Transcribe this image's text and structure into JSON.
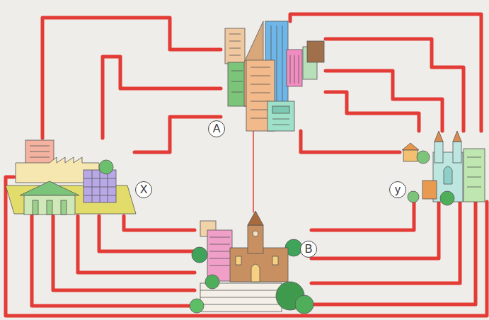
{
  "diagram": {
    "nodes": [
      {
        "text": [
          "A"
        ]
      },
      {
        "text": [
          "X"
        ]
      },
      {
        "text": [
          "y"
        ]
      },
      {
        "text": [
          "B"
        ]
      }
    ],
    "edges": [
      {
        "from": 0,
        "to": 1,
        "arrow": "none"
      },
      {
        "from": 0,
        "to": 1,
        "arrow": "none"
      },
      {
        "from": 0,
        "to": 1,
        "arrow": "none"
      },
      {
        "from": 0,
        "to": 2,
        "arrow": "none"
      },
      {
        "from": 0,
        "to": 2,
        "arrow": "none"
      },
      {
        "from": 0,
        "to": 2,
        "arrow": "none"
      },
      {
        "from": 0,
        "to": 2,
        "arrow": "none"
      },
      {
        "from": 0,
        "to": 2,
        "arrow": "none"
      },
      {
        "from": 0,
        "to": 3,
        "arrow": "none"
      },
      {
        "from": 1,
        "to": 3,
        "arrow": "none"
      },
      {
        "from": 1,
        "to": 3,
        "arrow": "none"
      },
      {
        "from": 1,
        "to": 3,
        "arrow": "none"
      },
      {
        "from": 1,
        "to": 3,
        "arrow": "none"
      },
      {
        "from": 1,
        "to": 3,
        "arrow": "none"
      },
      {
        "from": 3,
        "to": 2,
        "arrow": "none"
      },
      {
        "from": 3,
        "to": 2,
        "arrow": "none"
      },
      {
        "from": 3,
        "to": 2,
        "arrow": "none"
      },
      {
        "from": 3,
        "to": 2,
        "arrow": "none"
      },
      {
        "from": 1,
        "to": 2,
        "arrow": "none"
      }
    ]
  }
}
